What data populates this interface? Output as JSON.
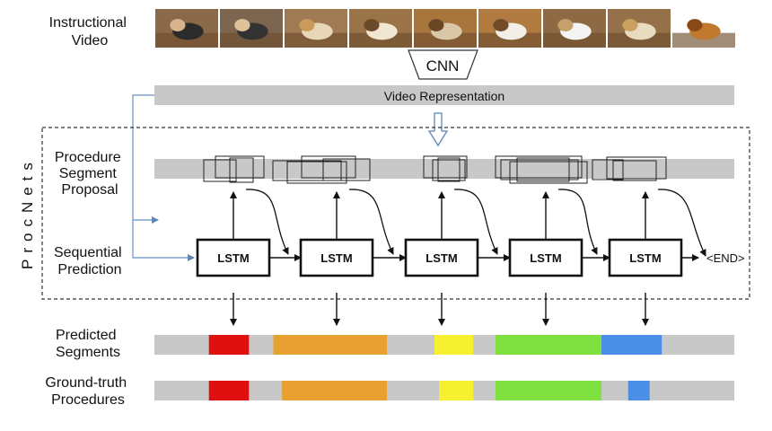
{
  "labels": {
    "instructional_video": [
      "Instructional",
      "Video"
    ],
    "cnn": "CNN",
    "video_representation": "Video Representation",
    "procnets": "ProcNets",
    "procedure_segment_proposal": [
      "Procedure",
      "Segment",
      "Proposal"
    ],
    "sequential_prediction": [
      "Sequential",
      "Prediction"
    ],
    "lstm": "LSTM",
    "end_token": "<END>",
    "predicted_segments": [
      "Predicted",
      "Segments"
    ],
    "ground_truth_procedures": [
      "Ground-truth",
      "Procedures"
    ]
  },
  "frame_count": 9,
  "lstm_count": 5,
  "colors": {
    "gray_bar": "#c8c8c8",
    "guide_line": "#7fa3c8",
    "red": "#e01010",
    "orange": "#e8a030",
    "yellow": "#f5f030",
    "green": "#80e040",
    "blue": "#4a8ee8"
  },
  "predicted_segments": [
    {
      "start": 0.094,
      "end": 0.163,
      "color": "red"
    },
    {
      "start": 0.205,
      "end": 0.401,
      "color": "orange"
    },
    {
      "start": 0.483,
      "end": 0.55,
      "color": "yellow"
    },
    {
      "start": 0.588,
      "end": 0.771,
      "color": "green"
    },
    {
      "start": 0.771,
      "end": 0.875,
      "color": "blue"
    }
  ],
  "ground_truth_segments": [
    {
      "start": 0.094,
      "end": 0.163,
      "color": "red"
    },
    {
      "start": 0.22,
      "end": 0.401,
      "color": "orange"
    },
    {
      "start": 0.491,
      "end": 0.55,
      "color": "yellow"
    },
    {
      "start": 0.588,
      "end": 0.771,
      "color": "green"
    },
    {
      "start": 0.817,
      "end": 0.854,
      "color": "blue"
    }
  ]
}
